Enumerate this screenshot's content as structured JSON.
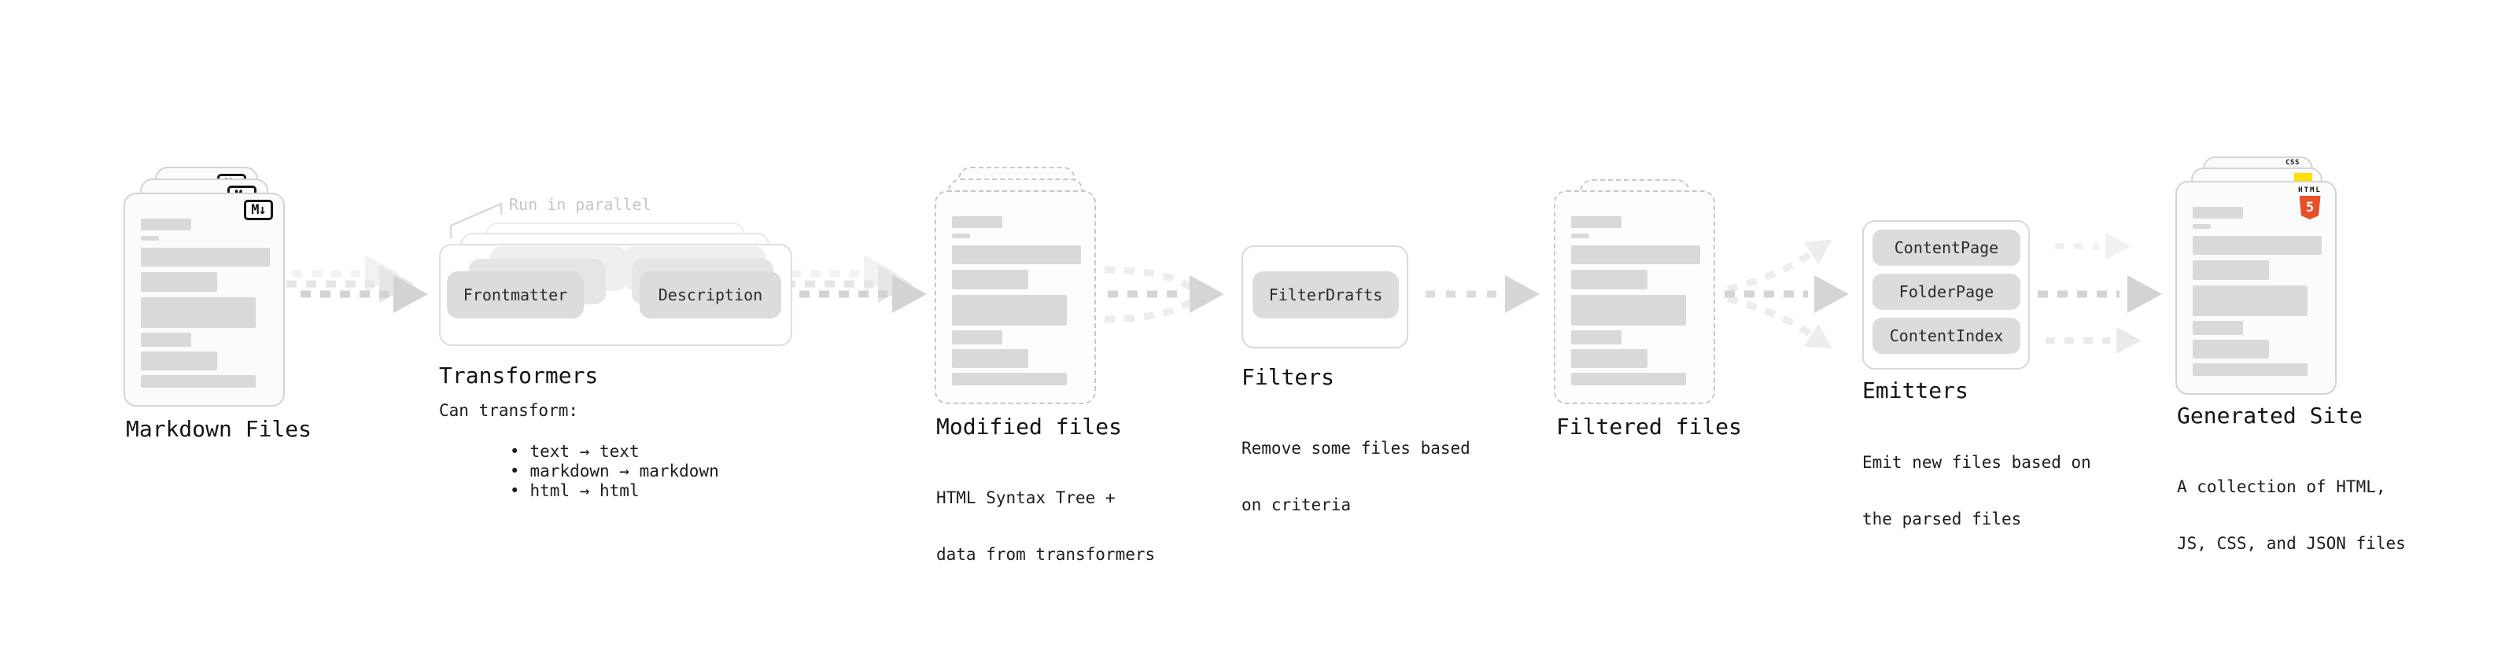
{
  "diagram": {
    "markdown": {
      "title": "Markdown Files",
      "badge": "M↓"
    },
    "transformers": {
      "callout": "Run in parallel",
      "pill_left": "Frontmatter",
      "pill_right": "Description",
      "title": "Transformers",
      "subtitle": "Can transform:",
      "bullet": "•",
      "bullets": [
        "text → text",
        "markdown → markdown",
        "html → html"
      ]
    },
    "modified": {
      "title": "Modified files",
      "subtitle": [
        "HTML Syntax Tree +",
        "data from transformers"
      ]
    },
    "filters": {
      "pill": "FilterDrafts",
      "title": "Filters",
      "subtitle": [
        "Remove some files based",
        "on criteria"
      ]
    },
    "filtered": {
      "title": "Filtered files"
    },
    "emitters": {
      "pills": [
        "ContentPage",
        "FolderPage",
        "ContentIndex"
      ],
      "title": "Emitters",
      "subtitle": [
        "Emit new files based on",
        "the parsed files"
      ]
    },
    "generated": {
      "title": "Generated Site",
      "subtitle": [
        "A collection of HTML,",
        "JS, CSS, and JSON files"
      ],
      "css_badge": "CSS",
      "html_badge": "HTML",
      "html_badge_number": "5"
    }
  },
  "colors": {
    "html5_orange": "#E65127",
    "js_yellow": "#FFDE00",
    "css_blue": "#2965F1"
  }
}
